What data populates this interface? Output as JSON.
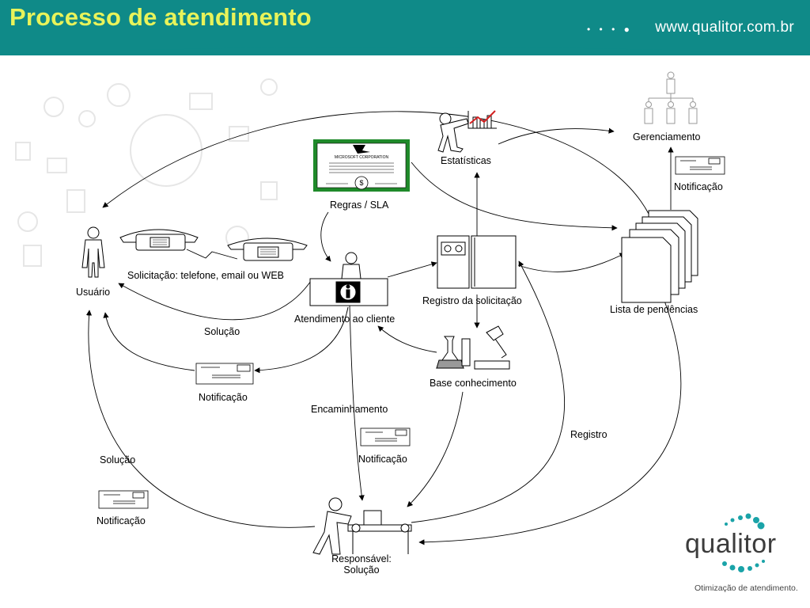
{
  "header": {
    "title": "Processo de atendimento",
    "url": "www.qualitor.com.br",
    "dots": "• • • ●"
  },
  "diagram": {
    "usuario": "Usuário",
    "solicitacao": "Solicitação: telefone, email ou WEB",
    "regras_sla": "Regras / SLA",
    "certificate_text": "MICROSOFT CORPORATION",
    "certificate_seal": "$",
    "estatisticas": "Estatísticas",
    "gerenciamento": "Gerenciamento",
    "notificacao_gerenc": "Notificação",
    "atendimento": "Atendimento ao cliente",
    "registro_solicitacao": "Registro da solicitação",
    "lista_pendencias": "Lista de pendências",
    "solucao_1": "Solução",
    "notificacao_1": "Notificação",
    "base_conhecimento": "Base conhecimento",
    "encaminhamento": "Encaminhamento",
    "notificacao_2": "Notificação",
    "registro": "Registro",
    "solucao_2": "Solução",
    "notificacao_3": "Notificação",
    "responsavel_1": "Responsável:",
    "responsavel_2": "Solução"
  },
  "logo": {
    "name": "qualitor",
    "tagline": "Otimização de atendimento."
  },
  "colors": {
    "header": "#0f8a88",
    "title": "#e8f35a",
    "certificate_border": "#1f8a2a",
    "logo_dots": "#1aa3a8"
  }
}
